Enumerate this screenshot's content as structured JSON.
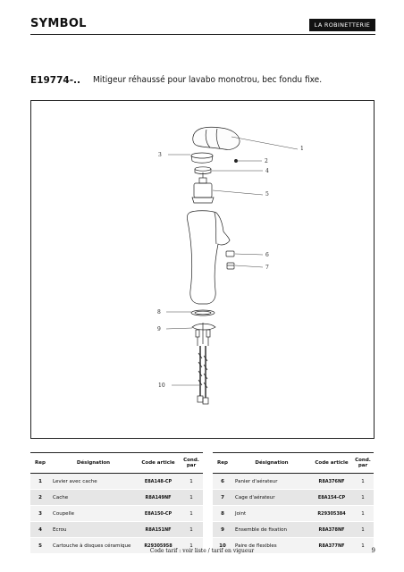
{
  "header": {
    "brand": "SYMBOL",
    "category": "LA ROBINETTERIE"
  },
  "product": {
    "code": "E19774-..",
    "title": "Mitigeur réhaussé pour lavabo monotrou, bec fondu fixe."
  },
  "diagram": {
    "callouts": [
      "1",
      "2",
      "3",
      "4",
      "5",
      "6",
      "7",
      "8",
      "9",
      "10"
    ]
  },
  "table": {
    "headers": {
      "rep": "Rep",
      "designation": "Désignation",
      "code": "Code article",
      "qty": "Cond. par"
    },
    "left": [
      {
        "rep": "1",
        "designation": "Levier avec cache",
        "code": "E8A148-CP",
        "qty": "1"
      },
      {
        "rep": "2",
        "designation": "Cache",
        "code": "R8A149NF",
        "qty": "1"
      },
      {
        "rep": "3",
        "designation": "Coupelle",
        "code": "E8A150-CP",
        "qty": "1"
      },
      {
        "rep": "4",
        "designation": "Ecrou",
        "code": "R8A151NF",
        "qty": "1"
      },
      {
        "rep": "5",
        "designation": "Cartouche à disques céramique",
        "code": "R29305958",
        "qty": "1"
      }
    ],
    "right": [
      {
        "rep": "6",
        "designation": "Panier d'aérateur",
        "code": "R8A376NF",
        "qty": "1"
      },
      {
        "rep": "7",
        "designation": "Cage d'aérateur",
        "code": "E8A154-CP",
        "qty": "1"
      },
      {
        "rep": "8",
        "designation": "Joint",
        "code": "R29305384",
        "qty": "1"
      },
      {
        "rep": "9",
        "designation": "Ensemble de fixation",
        "code": "R8A378NF",
        "qty": "1"
      },
      {
        "rep": "10",
        "designation": "Paire de flexibles",
        "code": "R8A377NF",
        "qty": "1"
      }
    ]
  },
  "footer": {
    "note": "Code tarif : voir liste / tarif en vigueur",
    "page": "9"
  }
}
